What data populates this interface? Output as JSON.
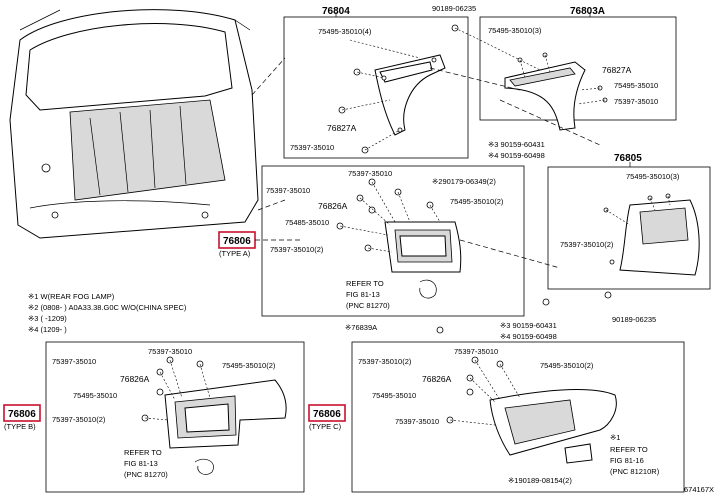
{
  "parts": {
    "p76804": "76804",
    "p76803a": "76803A",
    "p76805": "76805",
    "p76806_main": "76806",
    "p76806_main_type": "(TYPE A)",
    "p76806_b": "76806",
    "p76806_b_type": "(TYPE B)",
    "p76806_c": "76806",
    "p76806_c_type": "(TYPE C)",
    "p76827a_1": "76827A",
    "p76827a_2": "76827A",
    "p76826a_1": "76826A",
    "p76826a_2": "76826A",
    "p76826a_3": "76826A",
    "p76839a": "※76839A"
  },
  "fasteners": {
    "f_top_75495_4": "75495-35010(4)",
    "f_top_90189": "90189-06235",
    "f_top_75397": "75397-35010",
    "f_topright_75495_3": "75495-35010(3)",
    "f_topright_75495": "75495-35010",
    "f_topright_75397": "75397-35010",
    "f_90159_60431_a": "※3 90159-60431",
    "f_90159_60498_a": "※4 90159-60498",
    "f_mid_75397_a": "75397-35010",
    "f_mid_90179": "※290179-06349(2)",
    "f_mid_75397_b": "75397-35010",
    "f_mid_75495_2": "75495-35010(2)",
    "f_mid_75485": "75485-35010",
    "f_mid_75397_2": "75397-35010(2)",
    "f_right_75495_3": "75495-35010(3)",
    "f_right_75397_2": "75397-35010(2)",
    "f_right_90189": "90189-06235",
    "f_bottom_90159_60431": "※3 90159-60431",
    "f_bottom_90159_60498": "※4 90159-60498",
    "f_b_75397_a": "75397-35010",
    "f_b_75397_b": "75397-35010",
    "f_b_75495_2": "75495-35010(2)",
    "f_b_75495": "75495-35010",
    "f_b_75397_2": "75397-35010(2)",
    "f_c_75397_a": "75397-35010",
    "f_c_75397_2": "75397-35010(2)",
    "f_c_75495_2": "75495-35010(2)",
    "f_c_75495": "75495-35010",
    "f_c_75397": "75397-35010",
    "f_c_90189": "※190189-08154(2)"
  },
  "refs": {
    "ref_mid_1": "REFER TO",
    "ref_mid_2": "FIG 81-13",
    "ref_mid_3": "(PNC 81270)",
    "ref_b_1": "REFER TO",
    "ref_b_2": "FIG 81-13",
    "ref_b_3": "(PNC 81270)",
    "ref_c_0": "※1",
    "ref_c_1": "REFER TO",
    "ref_c_2": "FIG 81-16",
    "ref_c_3": "(PNC 81210R)"
  },
  "notes": [
    "※1 W(REAR FOG LAMP)",
    "※2 (0808-        ) A0A33.38.G0C W/O(CHINA SPEC)",
    "※3 (        -1209)",
    "※4 (1209-        )"
  ],
  "footer_code": "674167X",
  "colors": {
    "highlight": "#c8102e",
    "line": "#000000",
    "shade": "#d9d9d9"
  }
}
